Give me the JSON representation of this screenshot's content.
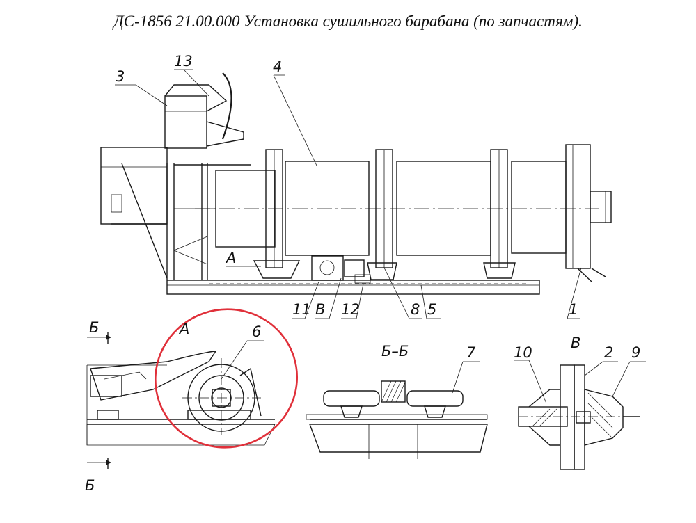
{
  "title": "ДС-1856 21.00.000 Установка сушильного барабана (по запчастям).",
  "callouts": {
    "c1": "1",
    "c2": "2",
    "c3": "3",
    "c4": "4",
    "c5": "5",
    "c6": "6",
    "c7": "7",
    "c8": "8",
    "c9": "9",
    "c10": "10",
    "c11": "11",
    "c12": "12",
    "c13": "13"
  },
  "view_labels": {
    "a_main": "А",
    "a_detail": "А",
    "b_main": "В",
    "b_detail": "В",
    "b_top": "Б",
    "b_bottom": "Б",
    "bb_section": "Б–Б"
  },
  "highlight": {
    "color": "#e0303a",
    "target": "detail-view-a"
  },
  "colors": {
    "line": "#1a1a1a",
    "highlight": "#e0303a"
  }
}
